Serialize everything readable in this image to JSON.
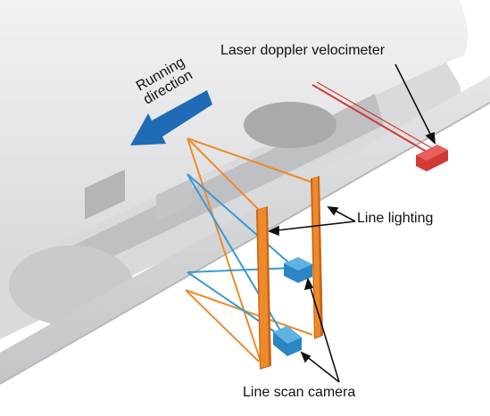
{
  "labels": {
    "laser_doppler_velocimeter": "Laser doppler velocimeter",
    "line_lighting": "Line lighting",
    "line_scan_camera": "Line scan camera",
    "running": "Running",
    "direction": "direction"
  },
  "colors": {
    "train_body": "#e7e7e9",
    "train_shadow": "#b9babd",
    "rail": "#d5d6d8",
    "lighting_orange": "#ee8a2a",
    "camera_blue": "#2c86c4",
    "beam_blue": "#3a9bd2",
    "laser_red": "#d23a35",
    "arrow_blue": "#1f6bb5"
  },
  "icons": [
    "running-direction-arrow",
    "laser-device-icon",
    "camera-icon"
  ]
}
